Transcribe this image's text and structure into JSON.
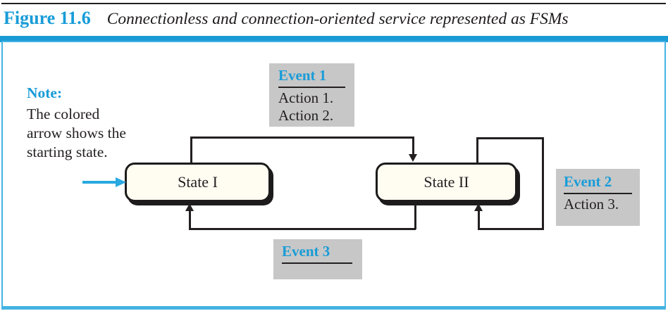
{
  "figure": {
    "label": "Figure 11.6",
    "caption": "Connectionless and connection-oriented service represented as FSMs"
  },
  "note": {
    "heading": "Note:",
    "lines": [
      "The colored",
      "arrow shows the",
      "starting state."
    ]
  },
  "fsm": {
    "states": [
      {
        "label": "State I"
      },
      {
        "label": "State II"
      }
    ],
    "events": [
      {
        "label": "Event 1",
        "actions": [
          "Action 1.",
          "Action 2."
        ]
      },
      {
        "label": "Event 2",
        "actions": [
          "Action 3."
        ]
      },
      {
        "label": "Event 3",
        "actions": []
      }
    ],
    "transitions": [
      {
        "from": "State I",
        "to": "State II",
        "event": "Event 1"
      },
      {
        "from": "State II",
        "to": "State II",
        "event": "Event 2"
      },
      {
        "from": "State II",
        "to": "State I",
        "event": "Event 3"
      },
      {
        "from": "start",
        "to": "State I",
        "event": "colored starting arrow"
      }
    ]
  },
  "colors": {
    "accent_blue": "#189cd8",
    "start_arrow_blue": "#29a9e0",
    "frame_blue": "#45b3e3",
    "event_box_gray": "#c7c7c7",
    "line_black": "#231f20",
    "state_fill": "#fffdf2"
  }
}
